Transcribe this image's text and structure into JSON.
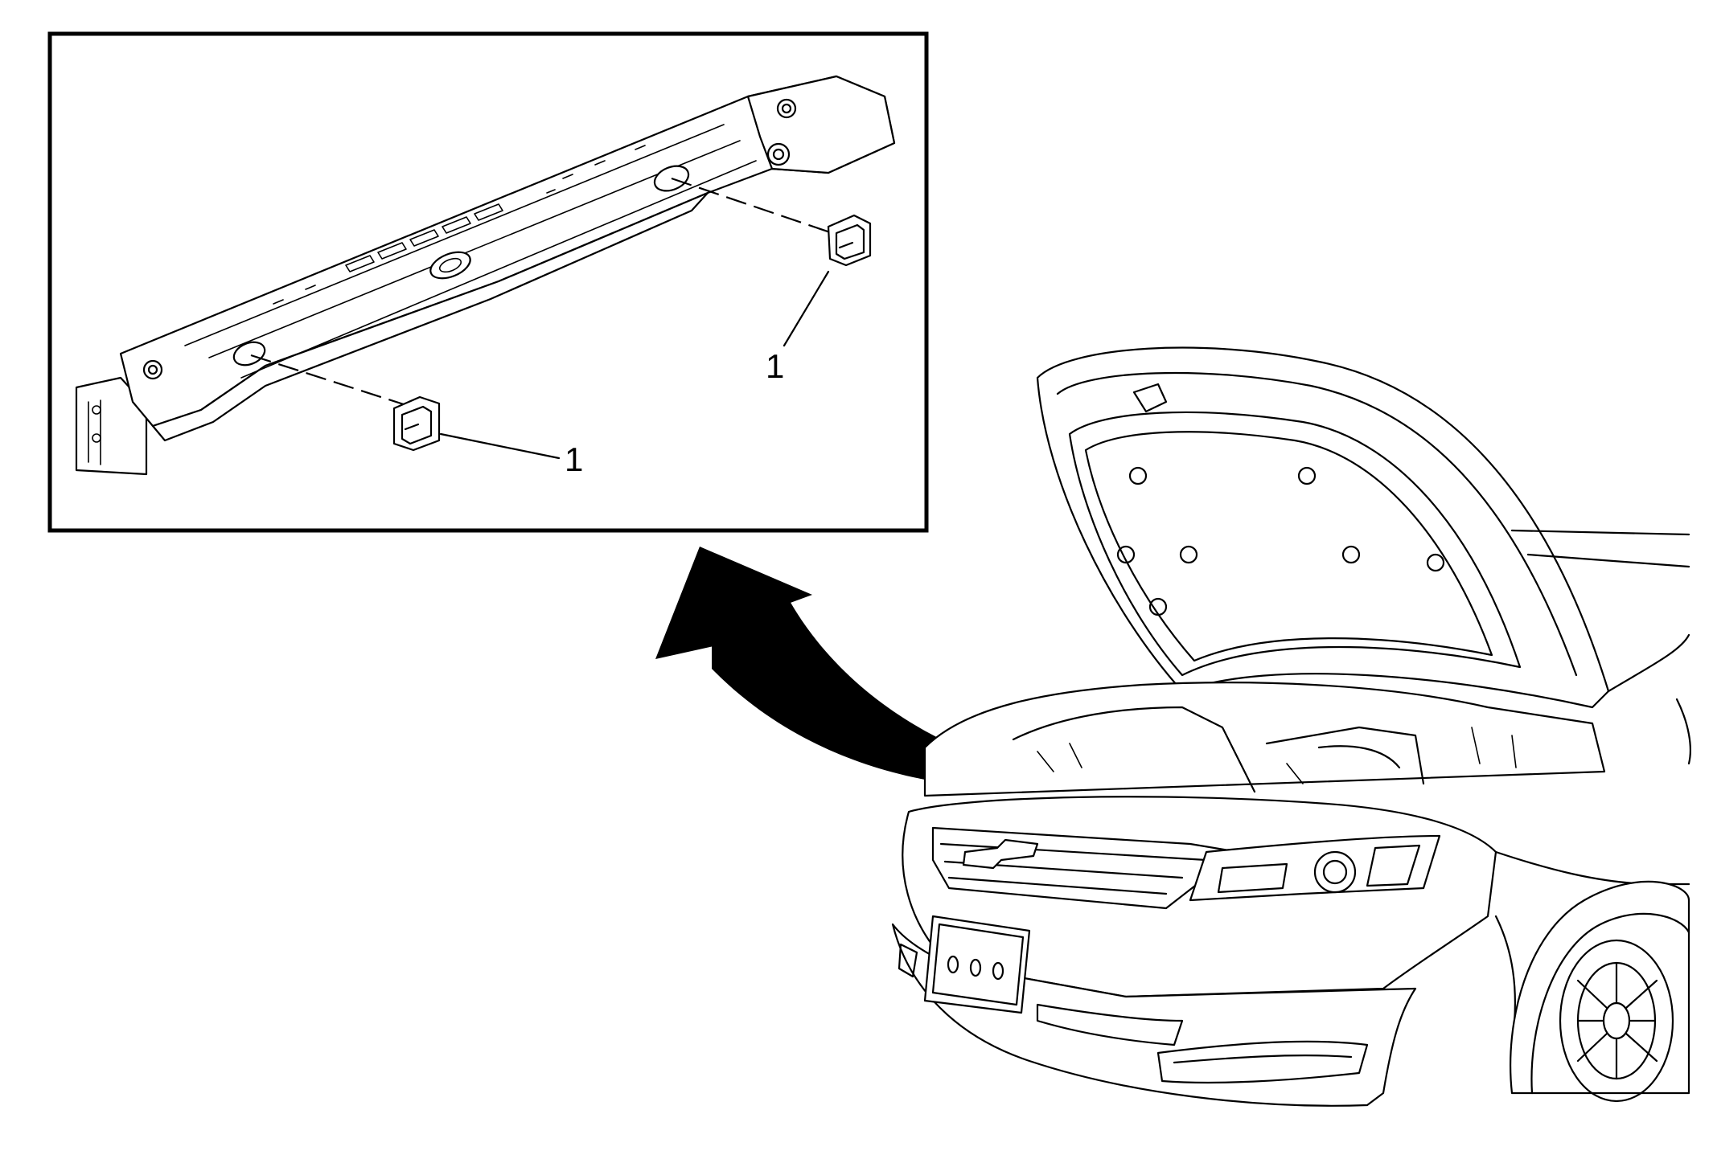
{
  "figure": {
    "detail_view": {
      "callouts": [
        {
          "label": "1"
        },
        {
          "label": "1"
        }
      ]
    },
    "icons": {
      "detail_frame": "detail-inset-frame",
      "pointer": "curved-arrow-icon",
      "vehicle": "vehicle-front-hood-open-illustration",
      "part": "hood-bumper-icon",
      "support": "radiator-support-upper-tie-bar"
    },
    "colors": {
      "line": "#000000",
      "background": "#ffffff"
    }
  }
}
